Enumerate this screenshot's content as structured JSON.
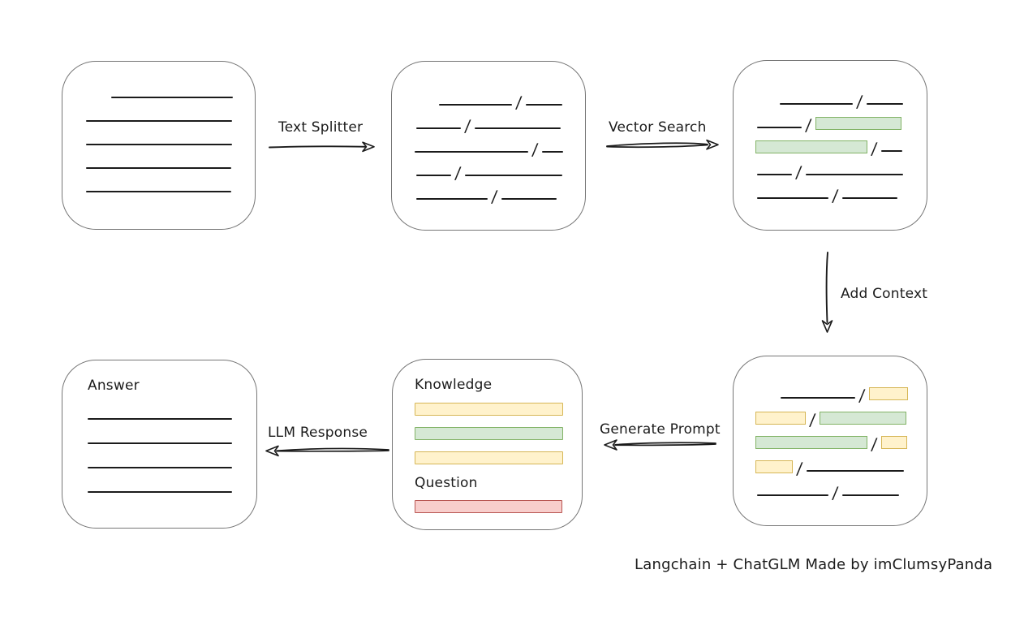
{
  "caption": "Langchain + ChatGLM Made by imClumsyPanda",
  "labels": {
    "text_splitter": "Text Splitter",
    "vector_search": "Vector Search",
    "add_context": "Add Context",
    "generate_prompt": "Generate Prompt",
    "llm_response": "LLM Response",
    "knowledge": "Knowledge",
    "question": "Question",
    "answer": "Answer"
  },
  "colors": {
    "ink": "#1b1b1b",
    "box_border": "#767676",
    "green_fill": "#d5e8d4",
    "green_border": "#82b366",
    "yellow_fill": "#fff2cc",
    "yellow_border": "#d6b656",
    "red_fill": "#f8cecc",
    "red_border": "#b85450"
  },
  "boxes": {
    "document": {
      "rows": [
        {
          "indent": 31,
          "segs": [
            {
              "t": "line",
              "w": 150
            }
          ]
        },
        {
          "segs": [
            {
              "t": "line",
              "w": 180
            }
          ]
        },
        {
          "segs": [
            {
              "t": "line",
              "w": 180
            }
          ]
        },
        {
          "segs": [
            {
              "t": "line",
              "w": 179
            }
          ]
        },
        {
          "segs": [
            {
              "t": "line",
              "w": 179
            }
          ]
        }
      ]
    },
    "chunks": {
      "rows": [
        {
          "indent": 30,
          "segs": [
            {
              "t": "line",
              "w": 90
            },
            {
              "t": "slash"
            },
            {
              "t": "line",
              "w": 45
            }
          ]
        },
        {
          "indent": 2,
          "segs": [
            {
              "t": "line",
              "w": 55
            },
            {
              "t": "slash"
            },
            {
              "t": "line",
              "w": 106
            }
          ]
        },
        {
          "segs": [
            {
              "t": "line",
              "w": 140
            },
            {
              "t": "slash"
            },
            {
              "t": "line",
              "w": 26
            }
          ]
        },
        {
          "indent": 2,
          "segs": [
            {
              "t": "line",
              "w": 43
            },
            {
              "t": "slash"
            },
            {
              "t": "line",
              "w": 120
            }
          ]
        },
        {
          "indent": 2,
          "segs": [
            {
              "t": "line",
              "w": 88
            },
            {
              "t": "slash"
            },
            {
              "t": "line",
              "w": 68
            }
          ]
        }
      ]
    },
    "search_result": {
      "rows": [
        {
          "indent": 30,
          "segs": [
            {
              "t": "line",
              "w": 90
            },
            {
              "t": "slash"
            },
            {
              "t": "line",
              "w": 45
            }
          ]
        },
        {
          "indent": 2,
          "segs": [
            {
              "t": "line",
              "w": 55
            },
            {
              "t": "slash"
            },
            {
              "t": "green",
              "w": 106
            }
          ]
        },
        {
          "segs": [
            {
              "t": "green",
              "w": 138
            },
            {
              "t": "slash"
            },
            {
              "t": "line",
              "w": 26
            }
          ]
        },
        {
          "indent": 2,
          "segs": [
            {
              "t": "line",
              "w": 43
            },
            {
              "t": "slash"
            },
            {
              "t": "line",
              "w": 120
            }
          ]
        },
        {
          "indent": 2,
          "segs": [
            {
              "t": "line",
              "w": 88
            },
            {
              "t": "slash"
            },
            {
              "t": "line",
              "w": 68
            }
          ]
        }
      ]
    },
    "context": {
      "rows": [
        {
          "indent": 31,
          "segs": [
            {
              "t": "line",
              "w": 92
            },
            {
              "t": "slash"
            },
            {
              "t": "yellow",
              "w": 48
            }
          ]
        },
        {
          "segs": [
            {
              "t": "yellow",
              "w": 62
            },
            {
              "t": "slash"
            },
            {
              "t": "green",
              "w": 107
            }
          ]
        },
        {
          "segs": [
            {
              "t": "green",
              "w": 138
            },
            {
              "t": "slash"
            },
            {
              "t": "yellow",
              "w": 32
            }
          ]
        },
        {
          "segs": [
            {
              "t": "yellow",
              "w": 46
            },
            {
              "t": "slash"
            },
            {
              "t": "line",
              "w": 120
            }
          ]
        },
        {
          "indent": 2,
          "segs": [
            {
              "t": "line",
              "w": 88
            },
            {
              "t": "slash"
            },
            {
              "t": "line",
              "w": 70
            }
          ]
        }
      ]
    },
    "prompt": {
      "knowledge_bars": [
        "yellow",
        "green",
        "yellow"
      ],
      "question_bars": [
        "red"
      ]
    },
    "answer": {
      "rows": [
        {
          "segs": [
            {
              "t": "line",
              "w": 178
            }
          ]
        },
        {
          "segs": [
            {
              "t": "line",
              "w": 178
            }
          ]
        },
        {
          "segs": [
            {
              "t": "line",
              "w": 178
            }
          ]
        },
        {
          "segs": [
            {
              "t": "line",
              "w": 178
            }
          ]
        }
      ]
    }
  }
}
